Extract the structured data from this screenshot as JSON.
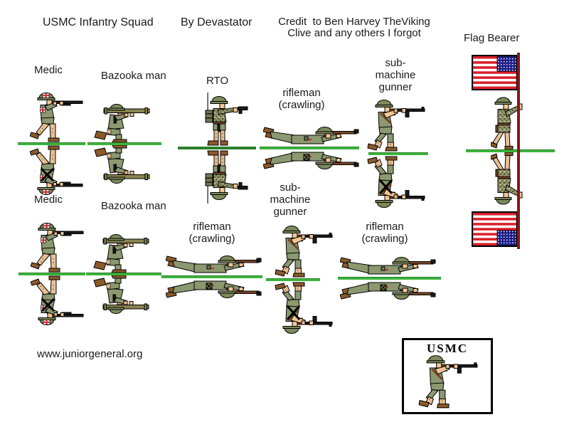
{
  "header": {
    "title": "USMC Infantry Squad",
    "byline": "By Devastator",
    "credit": "Credit  to Ben Harvey TheViking\nClive and any others I forgot"
  },
  "units": {
    "flag_bearer": "Flag Bearer",
    "medic1": "Medic",
    "bazooka1": "Bazooka man",
    "rto": "RTO",
    "rifleman1": "rifleman\n(crawling)",
    "smg1": "sub-\nmachine\ngunner",
    "medic2": "Medic",
    "bazooka2": "Bazooka man",
    "rifleman2": "rifleman\n(crawling)",
    "smg2": "sub-\nmachine\ngunner",
    "rifleman3": "rifleman\n(crawling)"
  },
  "footer": {
    "website": "www.juniorgeneral.org"
  },
  "base_card": {
    "label": "USMC"
  },
  "figures": {
    "medic": "standing-soldier-firing-shotgun-with-red-cross-markings",
    "bazooka_man": "kneeling-soldier-aiming-bazooka",
    "rto": "radio-operator-with-backpack-antenna-firing-pistol",
    "rifleman_crawling": "prone-crawling-soldier-with-rifle",
    "smg_gunner": "standing-soldier-firing-thompson-smg",
    "flag_bearer": "walking-camo-soldier-holding-flag-pole",
    "flag": "us-flag",
    "base_card_soldier": "standing-soldier-firing-thompson-smg"
  },
  "colors": {
    "fold-line": "#3cb53c",
    "fold-line-dark": "#2a7f2a",
    "uniform-green": "#8c9870",
    "uniform-dark": "#6e7a4f",
    "helmet-green": "#7c8a5c",
    "skin": "#f2c592",
    "khaki": "#e8c094",
    "boot-brown": "#8b5a2b",
    "wood-brown": "#7a4526",
    "gun-black": "#1a1a1a",
    "flag-red": "#d8202c",
    "flag-blue": "#20208a",
    "pole-maroon": "#8b1515",
    "tube-olive": "#8a8450",
    "pack-olive": "#6e7a4f",
    "text": "#1a1a1a"
  }
}
